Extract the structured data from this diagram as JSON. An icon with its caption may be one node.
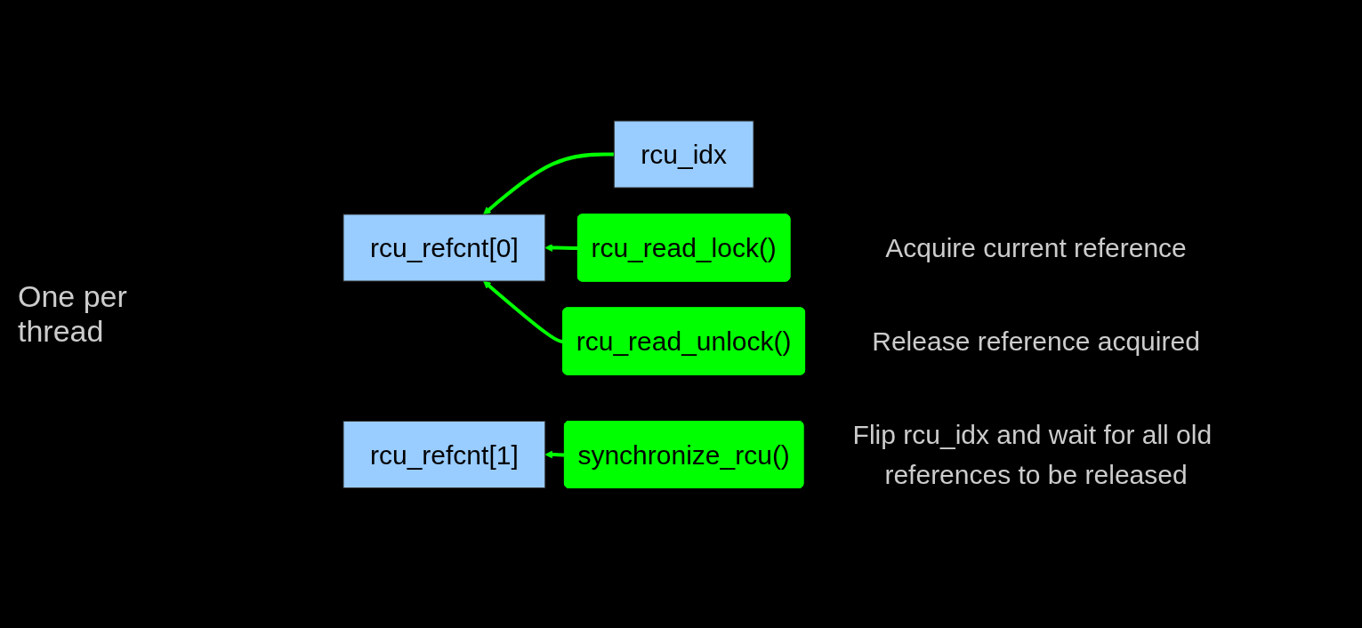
{
  "diagram": {
    "nodes": [
      {
        "text": [
          "rcu_idx"
        ]
      },
      {
        "text": [
          "rcu_refcnt[0]"
        ]
      },
      {
        "text": [
          "rcu_refcnt[1]"
        ]
      },
      {
        "text": [
          "rcu_read_lock()"
        ],
        "beside": [
          "Acquire current reference"
        ]
      },
      {
        "text": [
          "rcu_read_unlock()"
        ],
        "beside": [
          "Release reference acquired"
        ]
      },
      {
        "text": [
          "synchronize_rcu()"
        ],
        "beside": [
          "Flip rcu_idx and wait for all old references to be released"
        ]
      }
    ],
    "edges": [
      {
        "from": 0,
        "to": 1,
        "arrow": "to"
      },
      {
        "from": 3,
        "to": 1,
        "arrow": "to"
      },
      {
        "from": 4,
        "to": 1,
        "arrow": "to"
      },
      {
        "from": 5,
        "to": 2,
        "arrow": "to"
      }
    ],
    "labels": [
      "One per thread"
    ]
  }
}
